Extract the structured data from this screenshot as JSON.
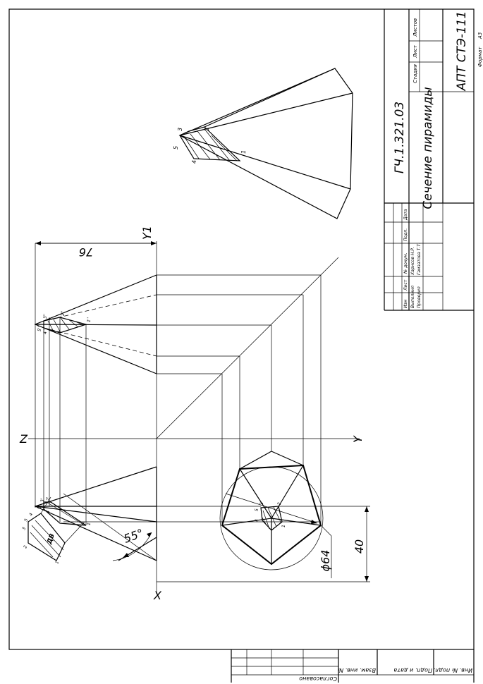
{
  "title_block": {
    "doc_code": "ГЧ.1.321.03",
    "drawing_name": "Сечение пирамиды",
    "group": "АПТ СТЭ-111",
    "format_label": "Формат",
    "format_value": "А3",
    "col_stage": "Стадия",
    "col_sheet": "Лист",
    "col_sheets": "Листов",
    "row_labels": [
      "Изм",
      "Лист",
      "№ докум.",
      "Подп.",
      "Дата"
    ],
    "role_performed": "Выполнил",
    "role_checked": "Проверил",
    "name_performed": "Харисов Н.Р.",
    "name_checked": "Гамзатова Т.Т."
  },
  "side_stamp": {
    "agreed": "Согласовано",
    "inv_dup": "Взам. инв. №",
    "sign_date": "Подп. и дата",
    "inv_orig": "Инв. № подл."
  },
  "axes": {
    "x": "X",
    "y": "Y",
    "z": "Z",
    "y1": "Y1"
  },
  "dimensions": {
    "d76": "76",
    "d40": "40",
    "d64": "ϕ64",
    "angle": "55°"
  },
  "point_labels": {
    "top_view": [
      "1",
      "2",
      "3",
      "4",
      "5"
    ],
    "front_view": [
      "1'",
      "2'",
      "3'",
      "4'",
      "5'"
    ],
    "side_view": [
      "1''",
      "2''",
      "3''",
      "4''",
      "5''"
    ],
    "true_shape_points": [
      "1",
      "2",
      "3",
      "4",
      "5"
    ],
    "true_shape_mark": "ДВ"
  }
}
